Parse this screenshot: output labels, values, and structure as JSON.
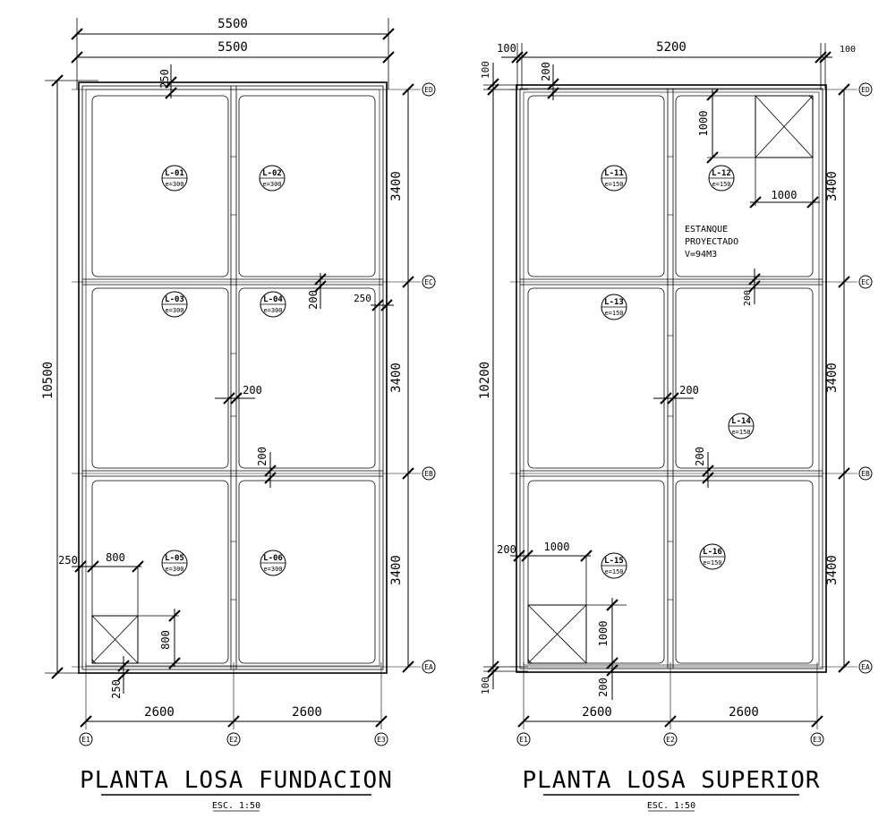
{
  "plans": [
    {
      "title": "PLANTA LOSA FUNDACION",
      "scale": "ESC. 1:50",
      "overall_top_dims": [
        "5500",
        "5500"
      ],
      "left_dim": "10500",
      "bottom_dims": [
        "2600",
        "2600"
      ],
      "right_dims": [
        "3400",
        "3400",
        "3400"
      ],
      "top_offset_dims": [
        "250"
      ],
      "axes_x": [
        "E1",
        "E2",
        "E3"
      ],
      "axes_y": [
        "ED",
        "EC",
        "EB",
        "EA"
      ],
      "slabs": [
        {
          "id": "L-01",
          "thickness": "e=300"
        },
        {
          "id": "L-02",
          "thickness": "e=300"
        },
        {
          "id": "L-03",
          "thickness": "e=300"
        },
        {
          "id": "L-04",
          "thickness": "e=300"
        },
        {
          "id": "L-05",
          "thickness": "e=300"
        },
        {
          "id": "L-06",
          "thickness": "e=300"
        }
      ],
      "detail_dims": [
        "200",
        "250",
        "200",
        "200",
        "250",
        "800",
        "800",
        "250"
      ]
    },
    {
      "title": "PLANTA LOSA SUPERIOR",
      "scale": "ESC. 1:50",
      "overall_top_dims": [
        "100",
        "5200",
        "100"
      ],
      "left_dims": [
        "100",
        "10200",
        "100"
      ],
      "bottom_dims": [
        "2600",
        "2600"
      ],
      "right_dims": [
        "3400",
        "3400",
        "3400"
      ],
      "top_offset_dims": [
        "200"
      ],
      "axes_x": [
        "E1",
        "E2",
        "E3"
      ],
      "axes_y": [
        "ED",
        "EC",
        "EB",
        "EA"
      ],
      "slabs": [
        {
          "id": "L-11",
          "thickness": "e=150"
        },
        {
          "id": "L-12",
          "thickness": "e=150"
        },
        {
          "id": "L-13",
          "thickness": "e=150"
        },
        {
          "id": "L-14",
          "thickness": "e=150"
        },
        {
          "id": "L-15",
          "thickness": "e=150"
        },
        {
          "id": "L-16",
          "thickness": "e=150"
        }
      ],
      "note_lines": [
        "ESTANQUE",
        "PROYECTADO",
        "V=94M3"
      ],
      "detail_dims": [
        "1000",
        "1000",
        "200",
        "200",
        "200",
        "200",
        "1000",
        "1000",
        "200"
      ]
    }
  ]
}
